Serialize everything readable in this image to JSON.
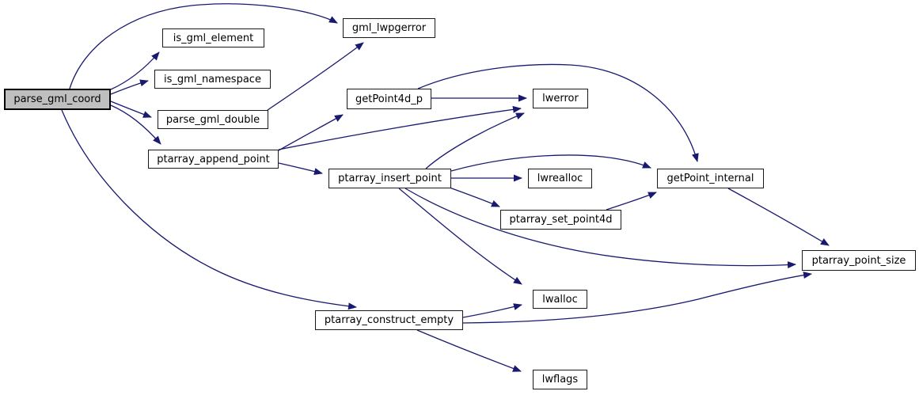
{
  "diagram": {
    "type": "doxygen-call-graph",
    "root_function": "parse_gml_coord",
    "edge_color": "#191970",
    "highlight_color": "#bfbfbf",
    "node_fill": "#ffffff",
    "nodes": [
      {
        "id": "parse_gml_coord",
        "label": "parse_gml_coord",
        "highlighted": true
      },
      {
        "id": "is_gml_element",
        "label": "is_gml_element",
        "highlighted": false
      },
      {
        "id": "is_gml_namespace",
        "label": "is_gml_namespace",
        "highlighted": false
      },
      {
        "id": "parse_gml_double",
        "label": "parse_gml_double",
        "highlighted": false
      },
      {
        "id": "gml_lwpgerror",
        "label": "gml_lwpgerror",
        "highlighted": false
      },
      {
        "id": "getPoint4d_p",
        "label": "getPoint4d_p",
        "highlighted": false
      },
      {
        "id": "lwerror",
        "label": "lwerror",
        "highlighted": false
      },
      {
        "id": "ptarray_append_point",
        "label": "ptarray_append_point",
        "highlighted": false
      },
      {
        "id": "ptarray_insert_point",
        "label": "ptarray_insert_point",
        "highlighted": false
      },
      {
        "id": "lwrealloc",
        "label": "lwrealloc",
        "highlighted": false
      },
      {
        "id": "ptarray_set_point4d",
        "label": "ptarray_set_point4d",
        "highlighted": false
      },
      {
        "id": "getPoint_internal",
        "label": "getPoint_internal",
        "highlighted": false
      },
      {
        "id": "ptarray_point_size",
        "label": "ptarray_point_size",
        "highlighted": false
      },
      {
        "id": "lwalloc",
        "label": "lwalloc",
        "highlighted": false
      },
      {
        "id": "ptarray_construct_empty",
        "label": "ptarray_construct_empty",
        "highlighted": false
      },
      {
        "id": "lwflags",
        "label": "lwflags",
        "highlighted": false
      }
    ],
    "edges": [
      {
        "from": "parse_gml_coord",
        "to": "gml_lwpgerror"
      },
      {
        "from": "parse_gml_coord",
        "to": "is_gml_element"
      },
      {
        "from": "parse_gml_coord",
        "to": "is_gml_namespace"
      },
      {
        "from": "parse_gml_coord",
        "to": "parse_gml_double"
      },
      {
        "from": "parse_gml_coord",
        "to": "ptarray_append_point"
      },
      {
        "from": "parse_gml_coord",
        "to": "ptarray_construct_empty"
      },
      {
        "from": "parse_gml_double",
        "to": "gml_lwpgerror"
      },
      {
        "from": "ptarray_append_point",
        "to": "getPoint4d_p"
      },
      {
        "from": "ptarray_append_point",
        "to": "lwerror"
      },
      {
        "from": "ptarray_append_point",
        "to": "ptarray_insert_point"
      },
      {
        "from": "getPoint4d_p",
        "to": "lwerror"
      },
      {
        "from": "getPoint4d_p",
        "to": "getPoint_internal"
      },
      {
        "from": "ptarray_insert_point",
        "to": "lwerror"
      },
      {
        "from": "ptarray_insert_point",
        "to": "lwrealloc"
      },
      {
        "from": "ptarray_insert_point",
        "to": "ptarray_set_point4d"
      },
      {
        "from": "ptarray_insert_point",
        "to": "getPoint_internal"
      },
      {
        "from": "ptarray_insert_point",
        "to": "ptarray_point_size"
      },
      {
        "from": "ptarray_insert_point",
        "to": "lwalloc"
      },
      {
        "from": "ptarray_set_point4d",
        "to": "getPoint_internal"
      },
      {
        "from": "getPoint_internal",
        "to": "ptarray_point_size"
      },
      {
        "from": "ptarray_construct_empty",
        "to": "lwalloc"
      },
      {
        "from": "ptarray_construct_empty",
        "to": "ptarray_point_size"
      },
      {
        "from": "ptarray_construct_empty",
        "to": "lwflags"
      }
    ]
  }
}
